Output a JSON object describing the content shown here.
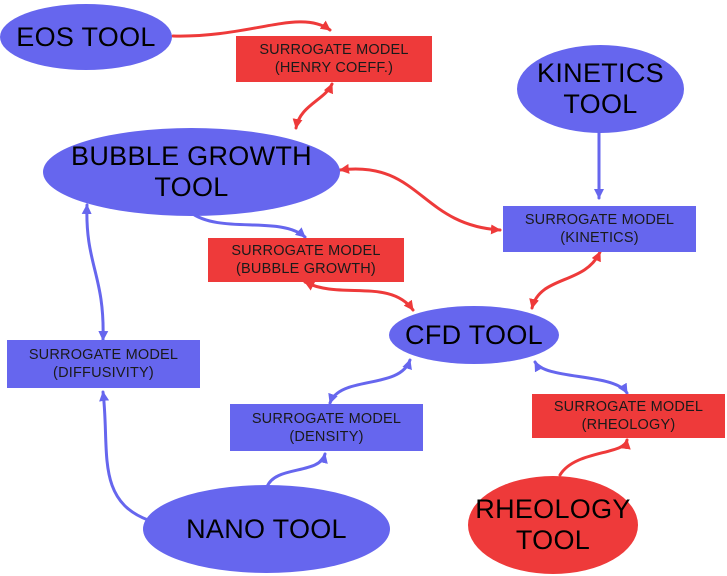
{
  "colors": {
    "tool_blue": "#6666ee",
    "tool_red": "#ee3a3a",
    "edge_blue": "#6666ee",
    "edge_red": "#ee3a3a"
  },
  "tools": {
    "eos": "EOS TOOL",
    "kinetics": "KINETICS\nTOOL",
    "bubble_growth": "BUBBLE GROWTH\nTOOL",
    "cfd": "CFD TOOL",
    "nano": "NANO TOOL",
    "rheology": "RHEOLOGY\nTOOL"
  },
  "surrogates": {
    "henry": "SURROGATE MODEL\n(HENRY COEFF.)",
    "kinetics": "SURROGATE MODEL\n(KINETICS)",
    "bubble_growth": "SURROGATE MODEL\n(BUBBLE GROWTH)",
    "diffusivity": "SURROGATE MODEL\n(DIFFUSIVITY)",
    "density": "SURROGATE MODEL\n(DENSITY)",
    "rheology": "SURROGATE MODEL\n(RHEOLOGY)"
  }
}
